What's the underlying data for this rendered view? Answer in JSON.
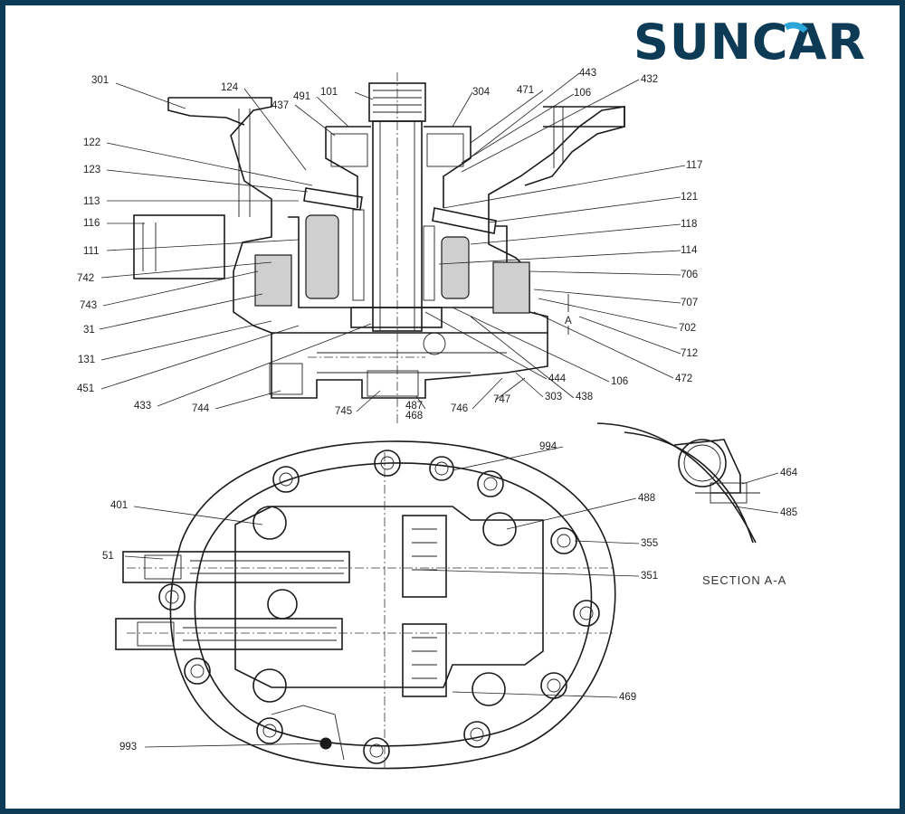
{
  "brand": {
    "name": "SUNCAR",
    "color": "#0d3a55",
    "accent": "#2aa6d9"
  },
  "diagram": {
    "section_label": "SECTION A-A",
    "section_marker": "A",
    "part_numbers": {
      "top": [
        "301",
        "124",
        "437",
        "491",
        "101",
        "304",
        "471",
        "443",
        "106",
        "432",
        "122",
        "123",
        "117",
        "113",
        "121",
        "116",
        "118",
        "111",
        "114",
        "742",
        "706",
        "743",
        "707",
        "31",
        "702",
        "712",
        "131",
        "472",
        "451",
        "444",
        "106",
        "438",
        "433",
        "303",
        "744",
        "745",
        "487",
        "468",
        "746",
        "747"
      ],
      "bottom": [
        "994",
        "464",
        "485",
        "401",
        "488",
        "51",
        "355",
        "351",
        "469",
        "993"
      ]
    }
  }
}
